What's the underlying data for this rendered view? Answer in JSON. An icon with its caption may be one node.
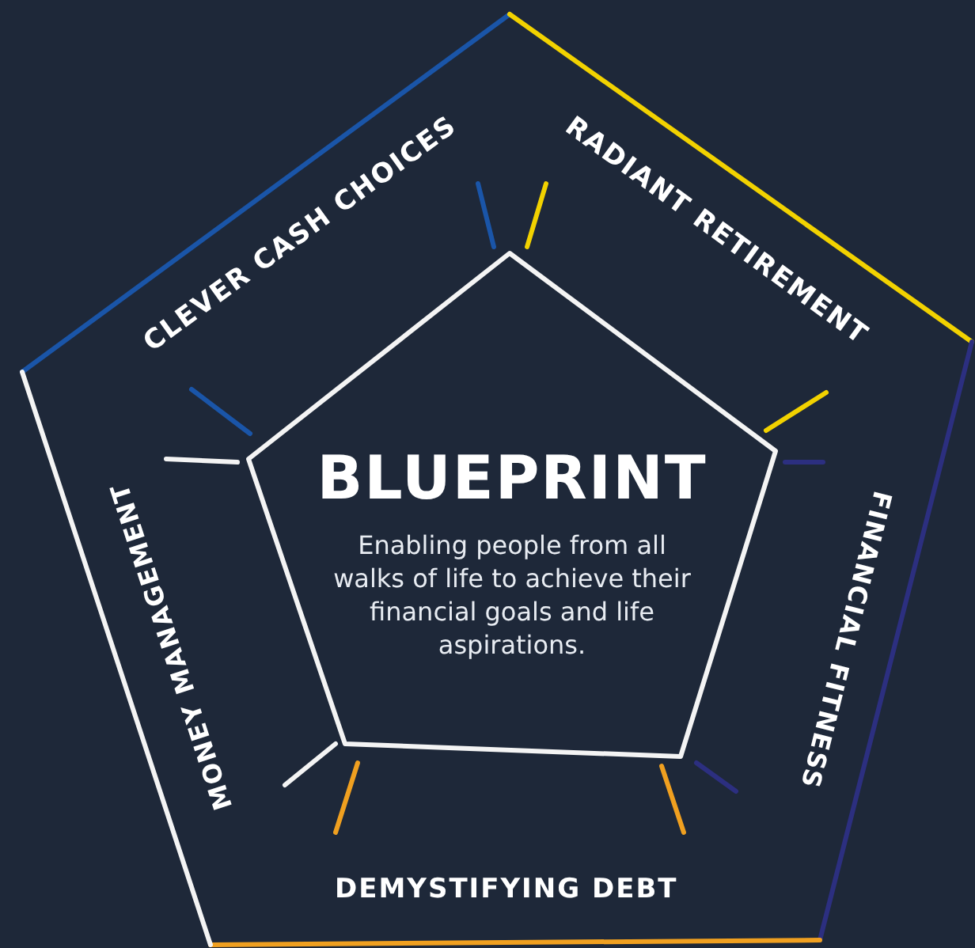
{
  "diagram": {
    "nodes": [
      {
        "text": [
          "CLEVER CASH CHOICES"
        ]
      },
      {
        "text": [
          "RADIANT RETIREMENT"
        ]
      },
      {
        "text": [
          "BLUEPRINT",
          "Enabling people from all walks of life to achieve their financial goals and life aspirations."
        ]
      },
      {
        "text": [
          "MONEY MANAGEMENT"
        ]
      },
      {
        "text": [
          "FINANCIAL FITNESS"
        ]
      },
      {
        "text": [
          "DEMYSTIFYING DEBT"
        ]
      }
    ]
  }
}
